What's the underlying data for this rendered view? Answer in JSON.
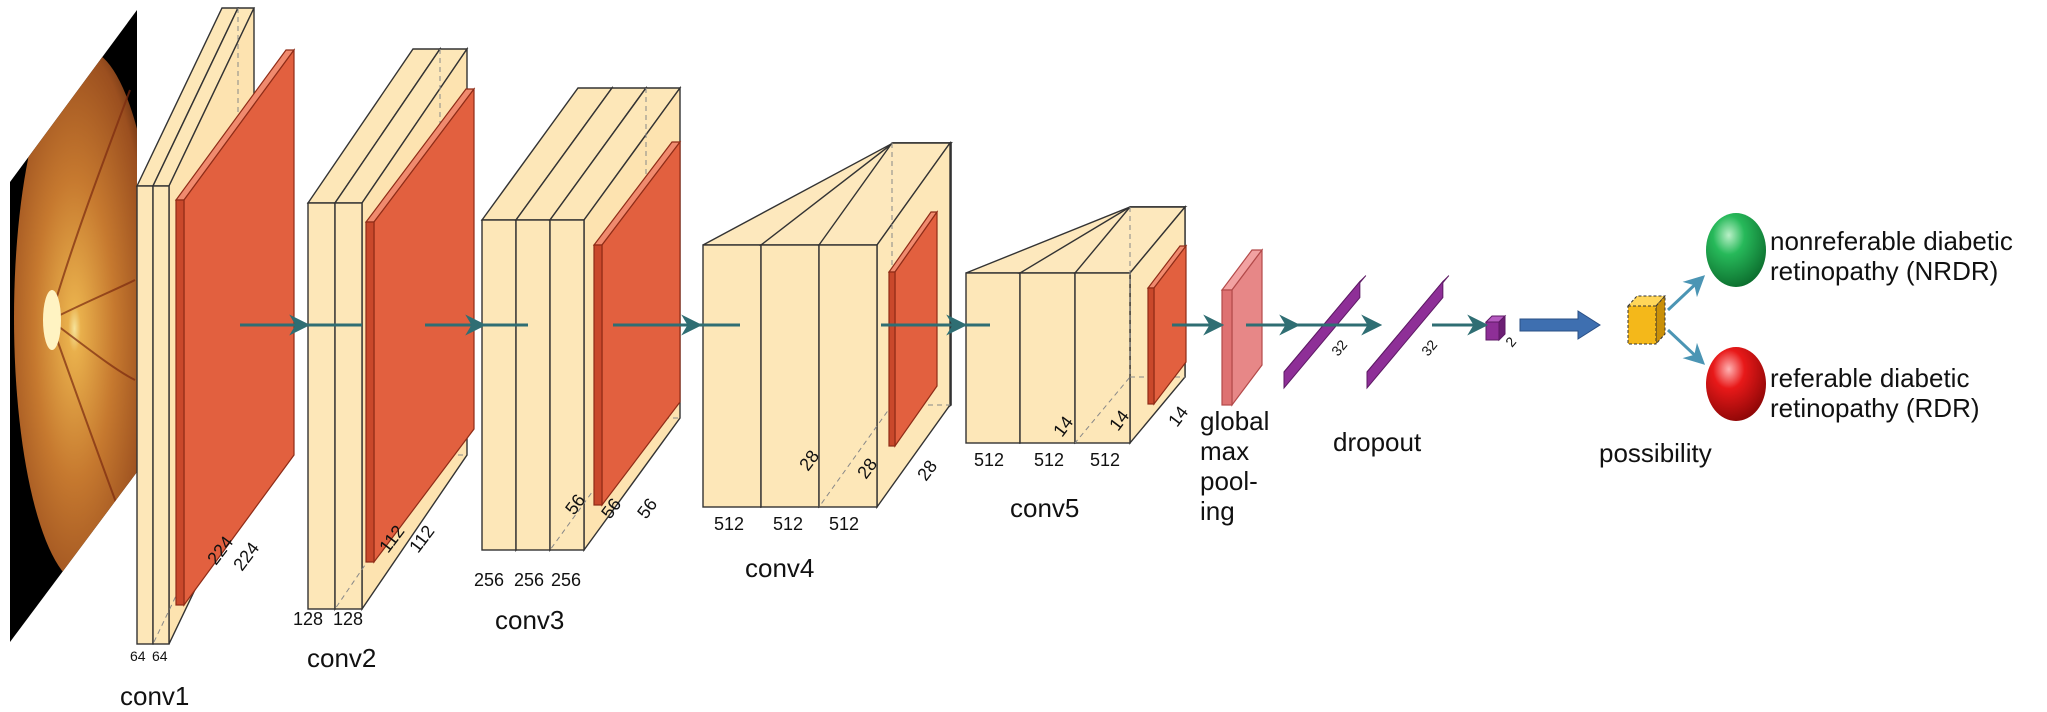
{
  "colors": {
    "slab": "#fde7b8",
    "slab_edge": "#333333",
    "red_face": "#e2603f",
    "red_edge": "#8f2c17",
    "purple": "#8e2f97",
    "teal_arrow": "#2f6e73",
    "blue_arrow": "#3e6fb0",
    "yellow_cube": "#f4b81a",
    "output_green": "#1ea651",
    "output_red": "#e01616",
    "output_branch": "#4b95b4"
  },
  "stages": {
    "conv1": {
      "label": "conv1",
      "depths": [
        "64",
        "64"
      ],
      "size": [
        "224",
        "224"
      ]
    },
    "conv2": {
      "label": "conv2",
      "depths": [
        "128",
        "128"
      ],
      "size": [
        "112",
        "112"
      ]
    },
    "conv3": {
      "label": "conv3",
      "depths": [
        "256",
        "256",
        "256"
      ],
      "size": [
        "56",
        "56",
        "56"
      ]
    },
    "conv4": {
      "label": "conv4",
      "depths": [
        "512",
        "512",
        "512"
      ],
      "size": [
        "28",
        "28",
        "28"
      ]
    },
    "conv5": {
      "label": "conv5",
      "depths": [
        "512",
        "512",
        "512"
      ],
      "size": [
        "14",
        "14",
        "14"
      ]
    },
    "gmp": {
      "label_lines": [
        "global",
        "max",
        "pool-",
        "ing"
      ]
    },
    "dropout": {
      "label": "dropout",
      "dims": [
        "32",
        "32"
      ]
    },
    "final": {
      "dim": "2"
    },
    "possibility": {
      "label": "possibility"
    }
  },
  "outputs": [
    {
      "lines": [
        "nonreferable diabetic",
        "retinopathy (NRDR)"
      ],
      "color": "green"
    },
    {
      "lines": [
        "referable diabetic",
        "retinopathy (RDR)"
      ],
      "color": "red"
    }
  ]
}
